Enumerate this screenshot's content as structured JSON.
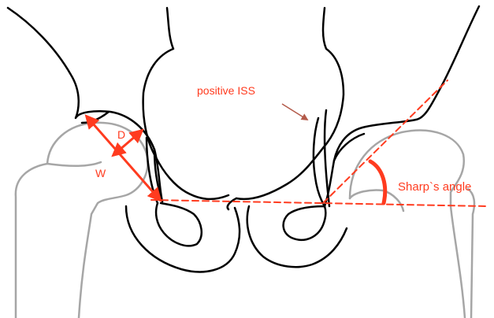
{
  "labels": {
    "positive_iss": "positive ISS",
    "d": "D",
    "w": "W",
    "sharp_angle": "Sharp`s angle"
  },
  "colors": {
    "outline_dark": "#000000",
    "outline_gray": "#a6a6a6",
    "annotation": "#ff3b1f",
    "pointer_arrow": "#b35a4a"
  }
}
